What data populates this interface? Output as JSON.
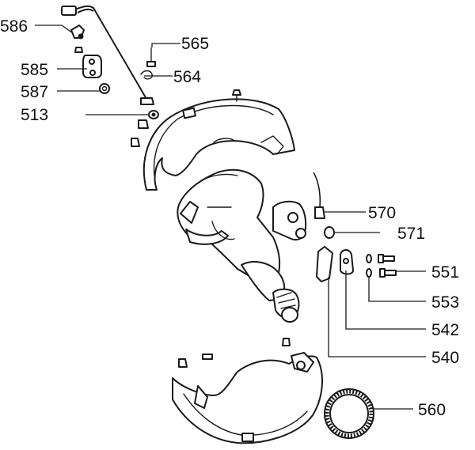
{
  "callouts": [
    {
      "id": "586",
      "text": "586"
    },
    {
      "id": "565",
      "text": "565"
    },
    {
      "id": "585",
      "text": "585"
    },
    {
      "id": "564",
      "text": "564"
    },
    {
      "id": "587",
      "text": "587"
    },
    {
      "id": "513",
      "text": "513"
    },
    {
      "id": "570",
      "text": "570"
    },
    {
      "id": "571",
      "text": "571"
    },
    {
      "id": "551",
      "text": "551"
    },
    {
      "id": "553",
      "text": "553"
    },
    {
      "id": "542",
      "text": "542"
    },
    {
      "id": "540",
      "text": "540"
    },
    {
      "id": "560",
      "text": "560"
    }
  ],
  "colors": {
    "ink": "#1a1a1a",
    "paper": "#ffffff"
  }
}
